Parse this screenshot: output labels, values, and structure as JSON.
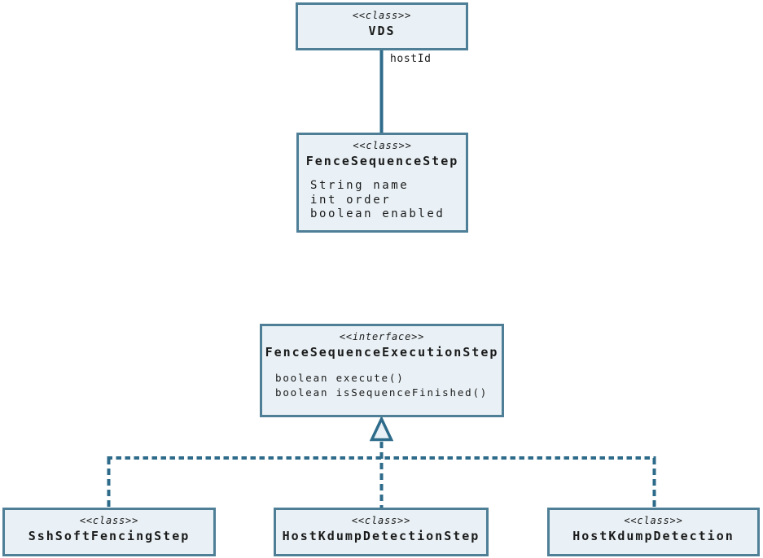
{
  "diagram": {
    "type": "uml-class-diagram",
    "colors": {
      "box_fill": "#e9f1f6",
      "box_border": "#4e7f97",
      "connector": "#2e6b8a",
      "text": "#1a1a1a",
      "background": "#ffffff"
    },
    "nodes": {
      "vds": {
        "stereotype": "<<class>>",
        "name": "VDS"
      },
      "fence_sequence_step": {
        "stereotype": "<<class>>",
        "name": "FenceSequenceStep",
        "attributes": [
          "String name",
          "int order",
          "boolean enabled"
        ]
      },
      "fence_sequence_execution_step": {
        "stereotype": "<<interface>>",
        "name": "FenceSequenceExecutionStep",
        "methods": [
          "boolean execute()",
          "boolean isSequenceFinished()"
        ]
      },
      "ssh_soft_fencing_step": {
        "stereotype": "<<class>>",
        "name": "SshSoftFencingStep"
      },
      "host_kdump_detection_step": {
        "stereotype": "<<class>>",
        "name": "HostKdumpDetectionStep"
      },
      "host_kdump_detection": {
        "stereotype": "<<class>>",
        "name": "HostKdumpDetection"
      }
    },
    "edges": {
      "vds_fence_sequence_step": {
        "label": "hostId",
        "style": "solid-association"
      },
      "realization": {
        "style": "dashed-generalization",
        "from": [
          "ssh_soft_fencing_step",
          "host_kdump_detection_step",
          "host_kdump_detection"
        ],
        "to": "fence_sequence_execution_step"
      }
    }
  }
}
